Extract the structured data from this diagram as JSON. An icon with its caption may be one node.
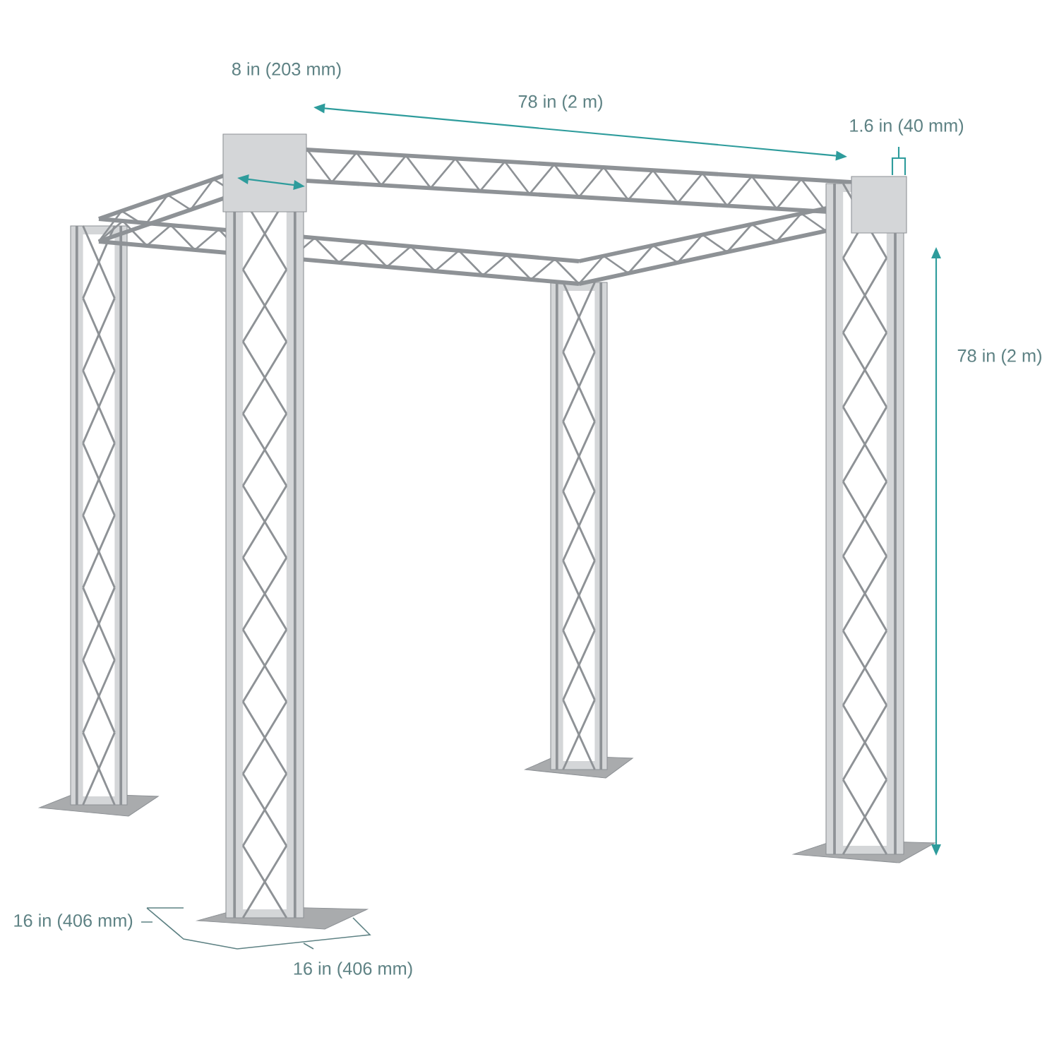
{
  "diagram": {
    "labels": [
      "8 in (203 mm)",
      "78 in (2 m)",
      "1.6 in (40 mm)",
      "78 in (2 m)",
      "16 in (406 mm)",
      "16 in (406 mm)"
    ]
  }
}
